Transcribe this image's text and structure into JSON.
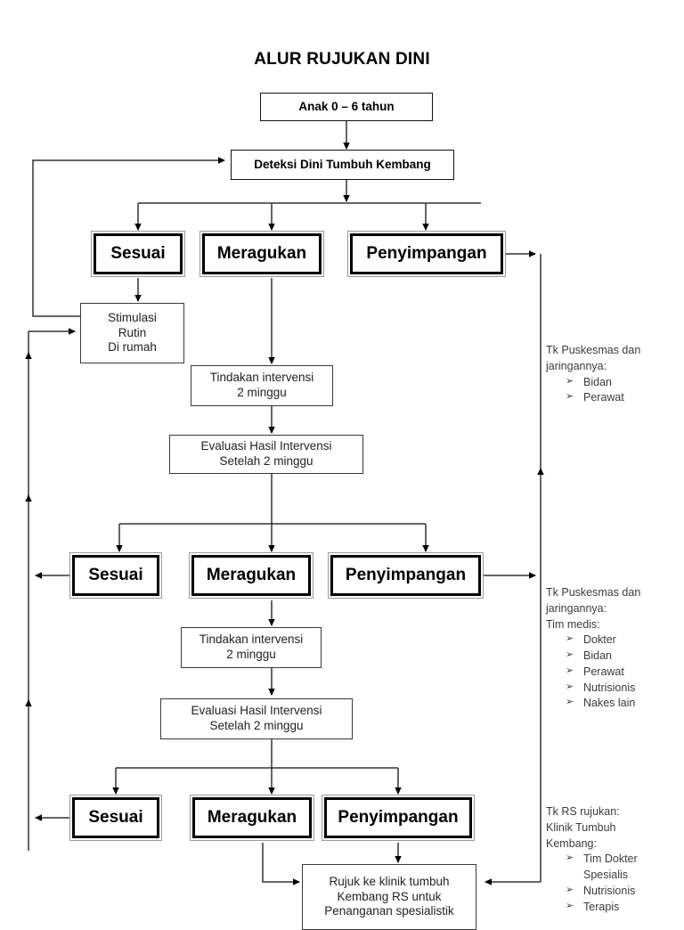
{
  "title": "ALUR RUJUKAN DINI",
  "nodes": {
    "anak": "Anak 0 – 6 tahun",
    "deteksi": "Deteksi Dini Tumbuh Kembang",
    "stimulasi": "Stimulasi\nRutin\nDi rumah",
    "tindakan1": "Tindakan intervensi\n2 minggu",
    "evaluasi1": "Evaluasi Hasil Intervensi\nSetelah 2 minggu",
    "tindakan2": "Tindakan intervensi\n2 minggu",
    "evaluasi2": "Evaluasi Hasil Intervensi\nSetelah 2 minggu",
    "rujuk": "Rujuk ke klinik tumbuh\nKembang RS untuk\nPenanganan spesialistik"
  },
  "outcomes": {
    "sesuai": "Sesuai",
    "meragukan": "Meragukan",
    "penyimpangan": "Penyimpangan"
  },
  "tiers": [
    {
      "sesuai": "Sesuai",
      "meragukan": "Meragukan",
      "penyimpangan": "Penyimpangan"
    },
    {
      "sesuai": "Sesuai",
      "meragukan": "Meragukan",
      "penyimpangan": "Penyimpangan"
    },
    {
      "sesuai": "Sesuai",
      "meragukan": "Meragukan",
      "penyimpangan": "Penyimpangan"
    }
  ],
  "notes": [
    {
      "header": "Tk Puskesmas dan\njaringannya:",
      "items": [
        "Bidan",
        "Perawat"
      ]
    },
    {
      "header": "Tk Puskesmas dan\njaringannya:\nTim medis:",
      "items": [
        "Dokter",
        "Bidan",
        "Perawat",
        "Nutrisionis",
        "Nakes lain"
      ]
    },
    {
      "header": "Tk RS rujukan:\nKlinik Tumbuh\nKembang:",
      "items": [
        "Tim Dokter\nSpesialis",
        "Nutrisionis",
        "Terapis"
      ]
    }
  ],
  "bullet_glyph": "➢",
  "colors": {
    "ink": "#000000",
    "line": "#3a3a3a",
    "note_text": "#3b3b3b",
    "background": "#ffffff"
  }
}
